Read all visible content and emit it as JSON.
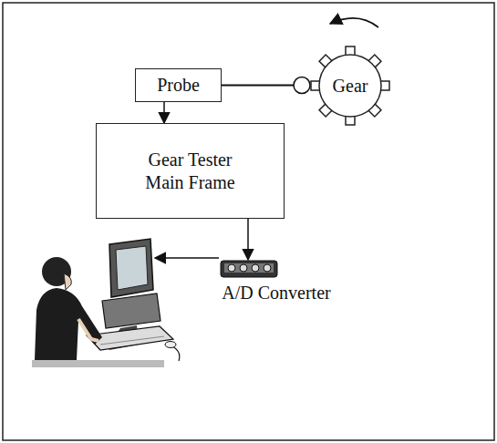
{
  "diagram": {
    "nodes": [
      {
        "text": [
          "Probe"
        ]
      },
      {
        "text": [
          "Gear"
        ]
      },
      {
        "text": [
          "Gear Tester Main Frame"
        ]
      },
      {
        "text": [
          "A/D Converter"
        ]
      }
    ],
    "edges": [
      {
        "from": 0,
        "to": 1,
        "arrow": "none"
      },
      {
        "from": 0,
        "to": 2,
        "arrow": "to"
      },
      {
        "from": 2,
        "to": 3,
        "arrow": "to"
      }
    ]
  }
}
